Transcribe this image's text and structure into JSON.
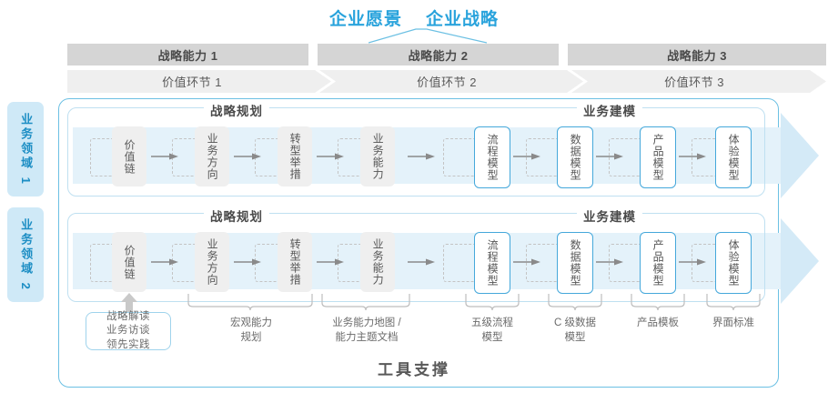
{
  "titles": {
    "vision": "企业愿景",
    "strategy": "企业战略"
  },
  "capability_bands": [
    {
      "label": "战略能力 1"
    },
    {
      "label": "战略能力 2"
    },
    {
      "label": "战略能力 3"
    }
  ],
  "value_bands": [
    {
      "label": "价值环节 1"
    },
    {
      "label": "价值环节 2"
    },
    {
      "label": "价值环节 3"
    }
  ],
  "side_labels": [
    {
      "label": "业务领域 1"
    },
    {
      "label": "业务领域 2"
    }
  ],
  "sections": {
    "left": "战略规划",
    "right": "业务建模"
  },
  "nodes": {
    "gray": [
      {
        "label": "价值链"
      },
      {
        "label": "业务方向"
      },
      {
        "label": "转型举措"
      },
      {
        "label": "业务能力"
      }
    ],
    "blue": [
      {
        "label": "流程模型"
      },
      {
        "label": "数据模型"
      },
      {
        "label": "产品模型"
      },
      {
        "label": "体验模型"
      }
    ]
  },
  "captions": {
    "boxed": "战略解读\n业务访谈\n领先实践",
    "notes": [
      {
        "label": "宏观能力\n规划"
      },
      {
        "label": "业务能力地图 /\n能力主题文档"
      },
      {
        "label": "五级流程\n模型"
      },
      {
        "label": "C 级数据\n模型"
      },
      {
        "label": "产品模板"
      },
      {
        "label": "界面标准"
      }
    ]
  },
  "footer": {
    "label": "工具支撑"
  },
  "colors": {
    "accent_blue": "#29a3dc",
    "node_blue_border": "#45a8db",
    "band_dark": "#d5d5d5",
    "band_light": "#efefef",
    "pale_blue": "#e4f2fa",
    "side_label_bg": "#cfe9f7"
  }
}
